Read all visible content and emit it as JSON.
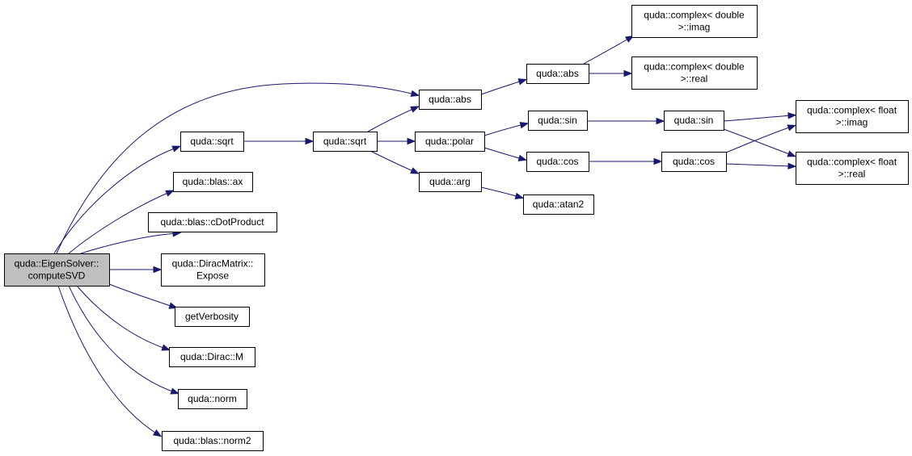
{
  "colors": {
    "edge": "#191970",
    "node_fill": "#ffffff",
    "root_fill": "#bfbfbf",
    "border": "#000000"
  },
  "nodes": [
    {
      "id": "root",
      "lines": [
        "quda::EigenSolver::",
        "computeSVD"
      ],
      "root": true
    },
    {
      "id": "sqrt1",
      "lines": [
        "quda::sqrt"
      ]
    },
    {
      "id": "ax",
      "lines": [
        "quda::blas::ax"
      ]
    },
    {
      "id": "cdot",
      "lines": [
        "quda::blas::cDotProduct"
      ]
    },
    {
      "id": "expose",
      "lines": [
        "quda::DiracMatrix::",
        "Expose"
      ]
    },
    {
      "id": "verb",
      "lines": [
        "getVerbosity"
      ]
    },
    {
      "id": "diracm",
      "lines": [
        "quda::Dirac::M"
      ]
    },
    {
      "id": "norm",
      "lines": [
        "quda::norm"
      ]
    },
    {
      "id": "norm2",
      "lines": [
        "quda::blas::norm2"
      ]
    },
    {
      "id": "sqrt2",
      "lines": [
        "quda::sqrt"
      ]
    },
    {
      "id": "abs1",
      "lines": [
        "quda::abs"
      ]
    },
    {
      "id": "polar",
      "lines": [
        "quda::polar"
      ]
    },
    {
      "id": "arg",
      "lines": [
        "quda::arg"
      ]
    },
    {
      "id": "abs2",
      "lines": [
        "quda::abs"
      ]
    },
    {
      "id": "sin1",
      "lines": [
        "quda::sin"
      ]
    },
    {
      "id": "cos1",
      "lines": [
        "quda::cos"
      ]
    },
    {
      "id": "atan2",
      "lines": [
        "quda::atan2"
      ]
    },
    {
      "id": "dimag",
      "lines": [
        "quda::complex< double",
        ">::imag"
      ]
    },
    {
      "id": "dreal",
      "lines": [
        "quda::complex< double",
        ">::real"
      ]
    },
    {
      "id": "sin2",
      "lines": [
        "quda::sin"
      ]
    },
    {
      "id": "cos2",
      "lines": [
        "quda::cos"
      ]
    },
    {
      "id": "fimag",
      "lines": [
        "quda::complex< float",
        ">::imag"
      ]
    },
    {
      "id": "freal",
      "lines": [
        "quda::complex< float",
        ">::real"
      ]
    }
  ],
  "edges": [
    {
      "from": "root",
      "to": "sqrt1"
    },
    {
      "from": "root",
      "to": "ax"
    },
    {
      "from": "root",
      "to": "cdot"
    },
    {
      "from": "root",
      "to": "expose"
    },
    {
      "from": "root",
      "to": "verb"
    },
    {
      "from": "root",
      "to": "diracm"
    },
    {
      "from": "root",
      "to": "norm"
    },
    {
      "from": "root",
      "to": "norm2"
    },
    {
      "from": "root",
      "to": "abs1"
    },
    {
      "from": "sqrt1",
      "to": "sqrt2"
    },
    {
      "from": "sqrt2",
      "to": "abs1"
    },
    {
      "from": "sqrt2",
      "to": "polar"
    },
    {
      "from": "sqrt2",
      "to": "arg"
    },
    {
      "from": "abs1",
      "to": "abs2"
    },
    {
      "from": "abs2",
      "to": "dimag"
    },
    {
      "from": "abs2",
      "to": "dreal"
    },
    {
      "from": "polar",
      "to": "sin1"
    },
    {
      "from": "polar",
      "to": "cos1"
    },
    {
      "from": "arg",
      "to": "atan2"
    },
    {
      "from": "sin1",
      "to": "sin2"
    },
    {
      "from": "cos1",
      "to": "cos2"
    },
    {
      "from": "sin2",
      "to": "fimag"
    },
    {
      "from": "sin2",
      "to": "freal"
    },
    {
      "from": "cos2",
      "to": "fimag"
    },
    {
      "from": "cos2",
      "to": "freal"
    }
  ]
}
